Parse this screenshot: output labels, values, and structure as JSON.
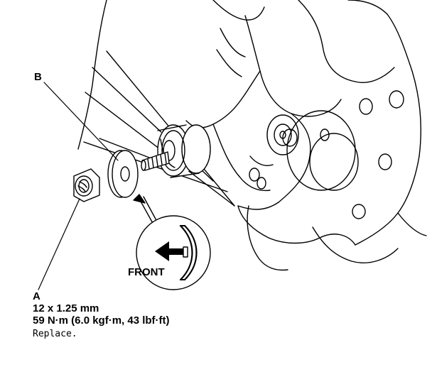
{
  "callouts": {
    "a": "A",
    "b": "B"
  },
  "specs": {
    "size": "12 x 1.25 mm",
    "torque": "59 N·m (6.0 kgf·m, 43 lbf·ft)",
    "note": "Replace."
  },
  "direction": {
    "label": "FRONT"
  },
  "colors": {
    "ink": "#000000",
    "paper": "#ffffff"
  }
}
